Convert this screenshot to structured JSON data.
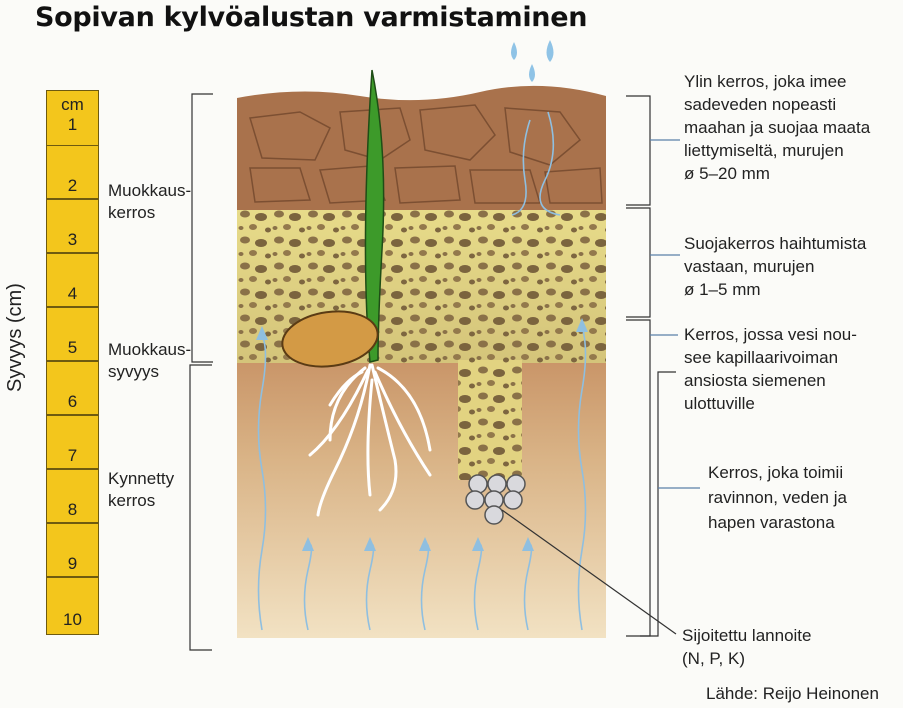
{
  "title": "Sopivan kylvöalustan varmistaminen",
  "y_axis_label": "Syvyys (cm)",
  "ruler": {
    "unit": "cm",
    "marks": [
      "1",
      "2",
      "3",
      "4",
      "5",
      "6",
      "7",
      "8",
      "9",
      "10"
    ]
  },
  "left_labels": {
    "tillage_layer": [
      "Muokkaus-",
      "kerros"
    ],
    "tillage_depth": [
      "Muokkaus-",
      "syvyys"
    ],
    "plowed_layer": [
      "Kynnetty",
      "kerros"
    ]
  },
  "right_labels": {
    "top_layer": [
      "Ylin kerros, joka imee",
      "sadeveden nopeasti",
      "maahan ja suojaa maata",
      "liettymiseltä, murujen",
      "ø 5–20 mm"
    ],
    "protective_layer": [
      "Suojakerros haihtumista",
      "vastaan, murujen",
      "ø 1–5 mm"
    ],
    "capillary_layer": [
      "Kerros, jossa vesi nou-",
      "see kapillaarivoiman",
      "ansiosta siemenen",
      "ulottuville"
    ],
    "storage_layer": [
      "Kerros, joka toimii",
      "ravinnon, veden ja",
      "hapen varastona"
    ],
    "fertilizer": [
      "Sijoitettu lannoite",
      "(N, P, K)"
    ]
  },
  "source": "Lähde: Reijo Heinonen",
  "colors": {
    "ruler": "#f3c61c",
    "sprout": "#3d9a2a",
    "seed": "#d39a45",
    "water": "#9dc6e4",
    "roots": "#ffffff",
    "fertilizer": "#d9d9dd"
  }
}
